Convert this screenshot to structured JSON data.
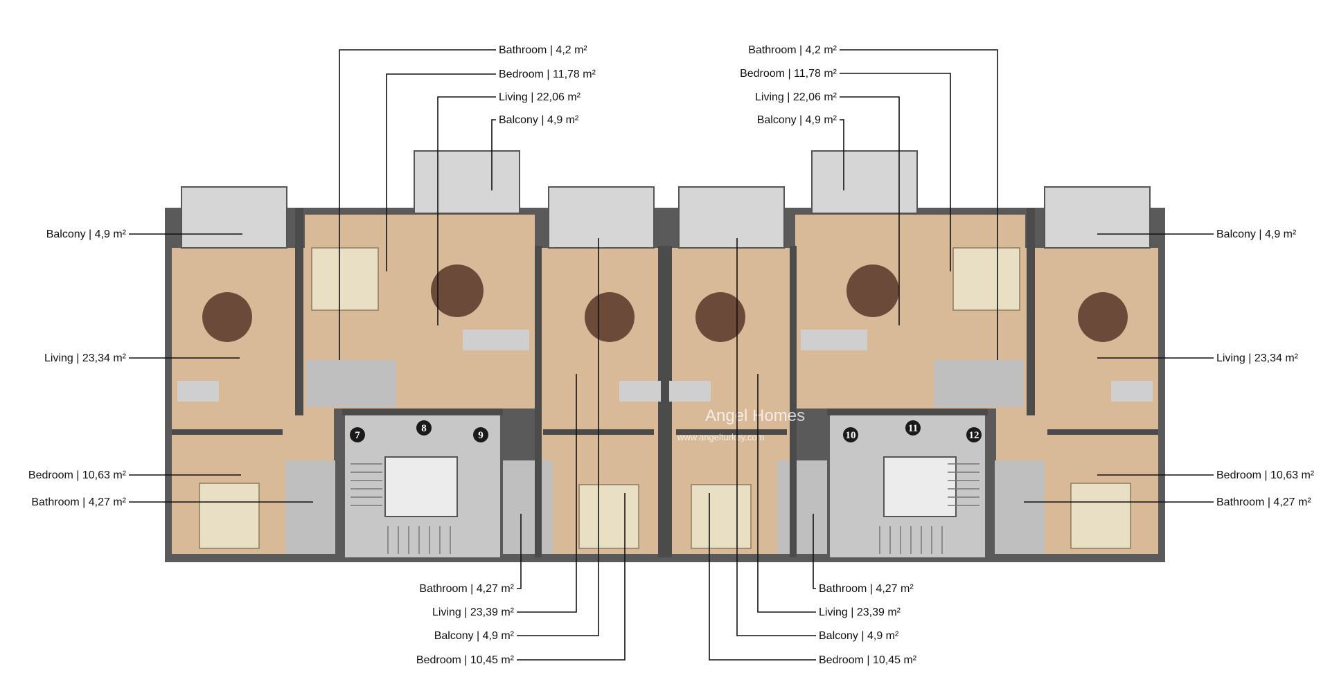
{
  "watermark": {
    "brand": "Angel Homes",
    "tagline": "www.angelturkey.com"
  },
  "unit_numbers": [
    "7",
    "8",
    "9",
    "10",
    "11",
    "12"
  ],
  "labels": {
    "top_left": [
      "Bathroom | 4,2 m²",
      "Bedroom | 11,78 m²",
      "Living | 22,06 m²",
      "Balcony | 4,9 m²"
    ],
    "top_right": [
      "Bathroom | 4,2 m²",
      "Bedroom | 11,78 m²",
      "Living | 22,06 m²",
      "Balcony | 4,9 m²"
    ],
    "left": [
      "Balcony | 4,9 m²",
      "Living | 23,34 m²",
      "Bedroom | 10,63 m²",
      "Bathroom | 4,27 m²"
    ],
    "right": [
      "Balcony | 4,9 m²",
      "Living | 23,34 m²",
      "Bedroom | 10,63 m²",
      "Bathroom | 4,27 m²"
    ],
    "bottom_left": [
      "Bathroom | 4,27 m²",
      "Living | 23,39 m²",
      "Balcony | 4,9 m²",
      "Bedroom | 10,45 m²"
    ],
    "bottom_right": [
      "Bathroom | 4,27 m²",
      "Living | 23,39 m²",
      "Balcony | 4,9 m²",
      "Bedroom | 10,45 m²"
    ]
  },
  "colors": {
    "wall": "#4b4b4b",
    "wood_floor": "#d8b998",
    "tile_floor": "#bfbfbf",
    "balcony": "#d6d6d6",
    "leader_line": "#111111"
  }
}
